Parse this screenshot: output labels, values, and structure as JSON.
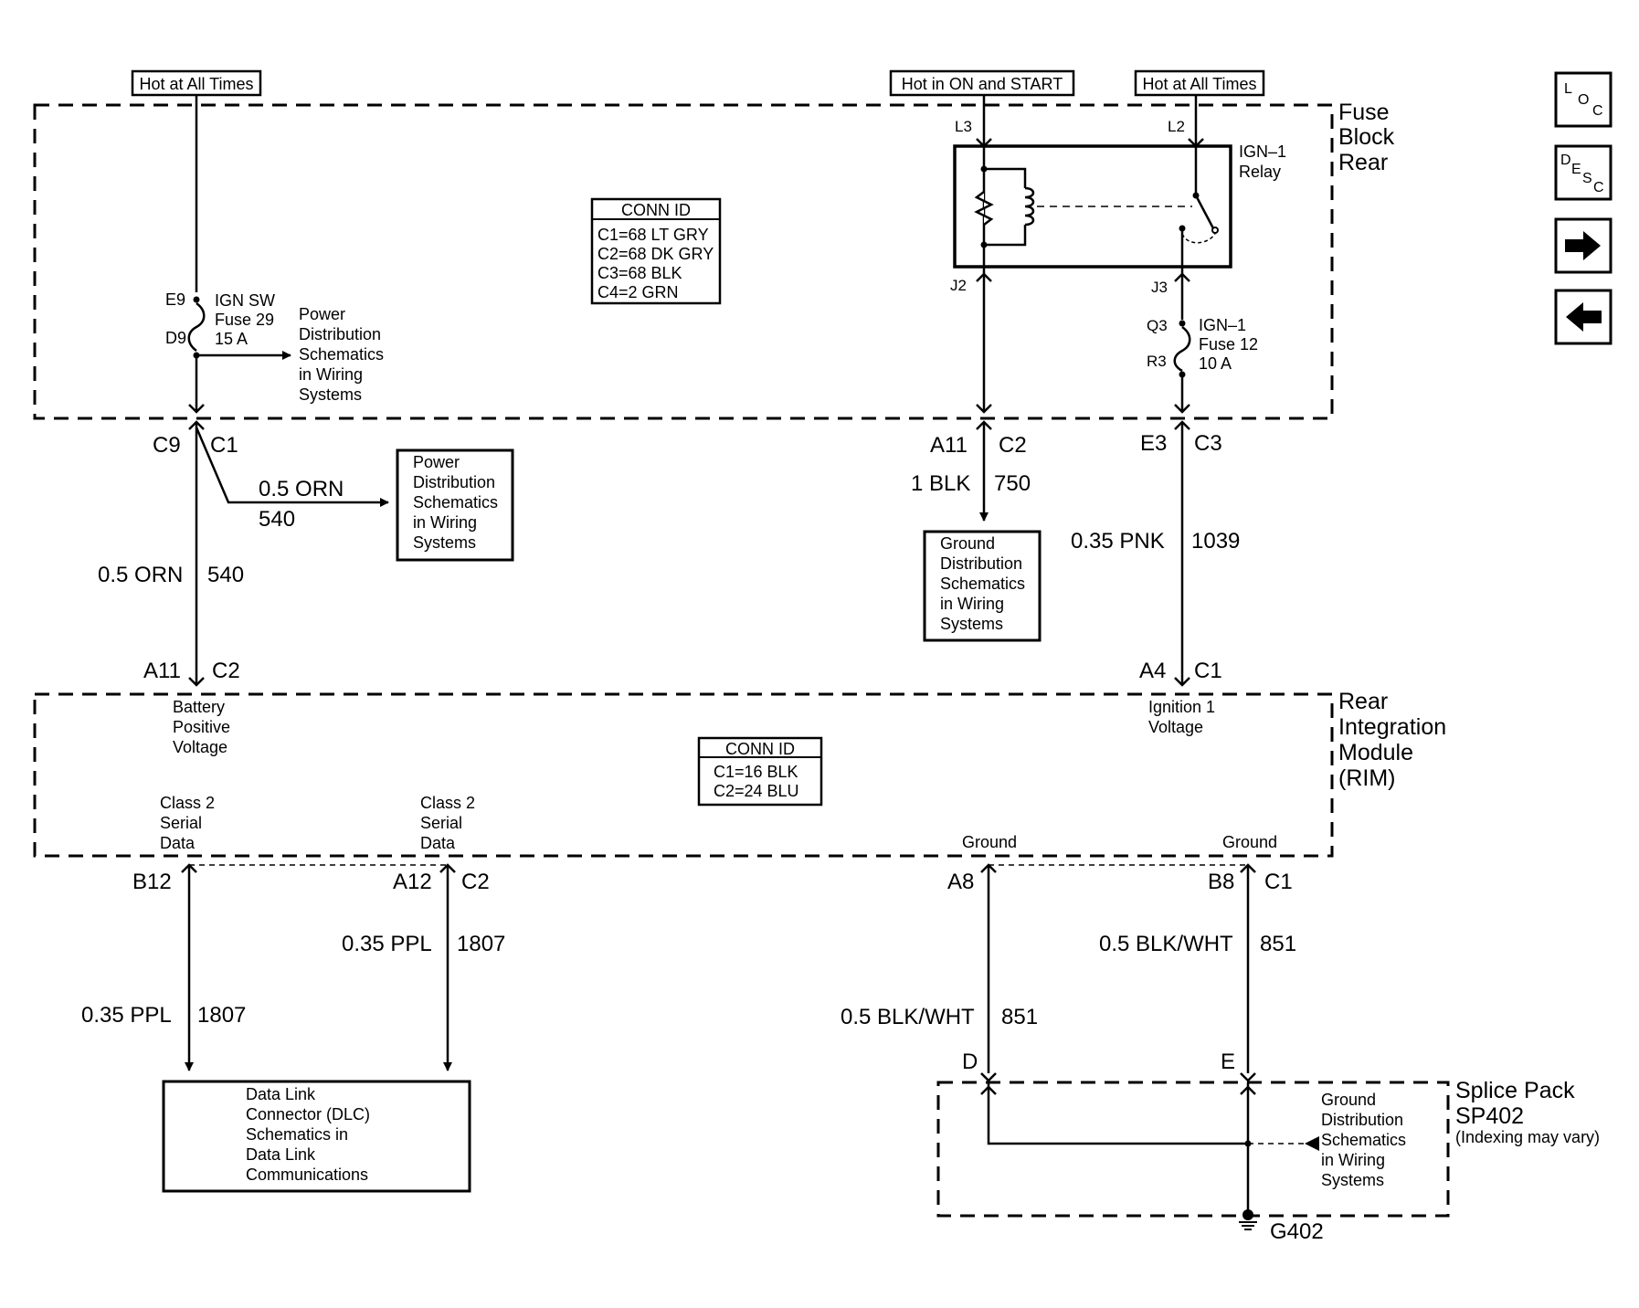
{
  "sources": {
    "left_hot": "Hot at All Times",
    "mid_hot": "Hot in ON and START",
    "right_hot": "Hot at All Times"
  },
  "fuse_block": {
    "title_lines": [
      "Fuse",
      "Block",
      "Rear"
    ],
    "conn_id": {
      "header": "CONN ID",
      "lines": [
        "C1=68 LT GRY",
        "C2=68 DK GRY",
        "C3=68 BLK",
        "C4=2 GRN"
      ]
    },
    "ign_sw_fuse": {
      "pin_top": "E9",
      "pin_bottom": "D9",
      "lines": [
        "IGN SW",
        "Fuse 29",
        "15 A"
      ]
    },
    "power_dist_inline": [
      "Power",
      "Distribution",
      "Schematics",
      "in Wiring",
      "Systems"
    ],
    "relay": {
      "pin_l3": "L3",
      "pin_l2": "L2",
      "pin_j2": "J2",
      "pin_j3": "J3",
      "lines": [
        "IGN–1",
        "Relay"
      ]
    },
    "ign1_fuse": {
      "pin_top": "Q3",
      "pin_bottom": "R3",
      "lines": [
        "IGN–1",
        "Fuse 12",
        "10 A"
      ]
    }
  },
  "connectors_top": {
    "c9": "C9",
    "c1": "C1",
    "a11": "A11",
    "c2": "C2",
    "e3": "E3",
    "c3": "C3"
  },
  "wires_mid": {
    "branch_size": "0.5 ORN",
    "branch_circuit": "540",
    "left_size": "0.5 ORN",
    "left_circuit": "540",
    "center_size": "1 BLK",
    "center_circuit": "750",
    "right_size": "0.35 PNK",
    "right_circuit": "1039"
  },
  "power_dist_box": [
    "Power",
    "Distribution",
    "Schematics",
    "in Wiring",
    "Systems"
  ],
  "ground_dist_box": [
    "Ground",
    "Distribution",
    "Schematics",
    "in Wiring",
    "Systems"
  ],
  "connectors_rim_top": {
    "a11": "A11",
    "c2": "C2",
    "a4": "A4",
    "c1": "C1"
  },
  "rim": {
    "title_lines": [
      "Rear",
      "Integration",
      "Module",
      "(RIM)"
    ],
    "battery_label": [
      "Battery",
      "Positive",
      "Voltage"
    ],
    "ignition_label": [
      "Ignition 1",
      "Voltage"
    ],
    "conn_id": {
      "header": "CONN ID",
      "lines": [
        "C1=16 BLK",
        "C2=24 BLU"
      ]
    },
    "class2_left": [
      "Class 2",
      "Serial",
      "Data"
    ],
    "class2_right": [
      "Class 2",
      "Serial",
      "Data"
    ],
    "ground_left": "Ground",
    "ground_right": "Ground"
  },
  "connectors_rim_bottom": {
    "b12": "B12",
    "a12": "A12",
    "c2": "C2",
    "a8": "A8",
    "b8": "B8",
    "c1": "C1"
  },
  "wires_bottom": {
    "a12_size": "0.35 PPL",
    "a12_circuit": "1807",
    "b12_size": "0.35 PPL",
    "b12_circuit": "1807",
    "b8_size": "0.5 BLK/WHT",
    "b8_circuit": "851",
    "a8_size": "0.5 BLK/WHT",
    "a8_circuit": "851"
  },
  "dlc_box": [
    "Data Link",
    "Connector (DLC)",
    "Schematics in",
    "Data Link",
    "Communications"
  ],
  "splice_pack": {
    "pin_d": "D",
    "pin_e": "E",
    "title_lines": [
      "Splice Pack",
      "SP402"
    ],
    "note": "(Indexing may vary)",
    "ground_dist": [
      "Ground",
      "Distribution",
      "Schematics",
      "in Wiring",
      "Systems"
    ],
    "ground_label": "G402"
  },
  "nav": {
    "loc": {
      "a": "L",
      "b": "O",
      "c": "C"
    },
    "desc": {
      "a": "D",
      "b": "E",
      "c": "S",
      "d": "C"
    },
    "next_icon": "arrow-right-icon",
    "prev_icon": "arrow-left-icon"
  }
}
